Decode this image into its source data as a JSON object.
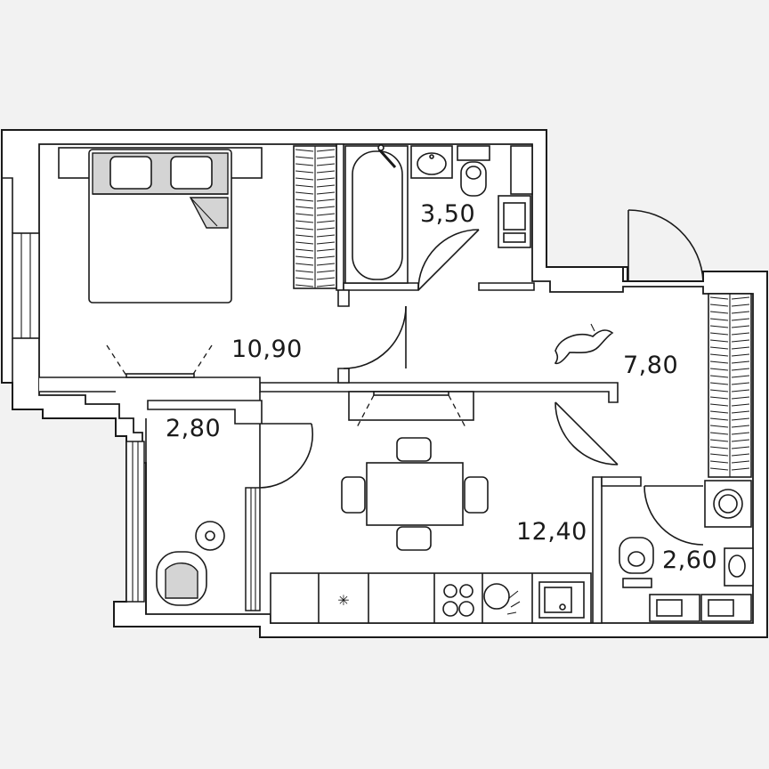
{
  "rooms": {
    "bedroom": {
      "area": "10,90"
    },
    "bathroom": {
      "area": "3,50"
    },
    "hallway": {
      "area": "7,80"
    },
    "balcony": {
      "area": "2,80"
    },
    "kitchen": {
      "area": "12,40"
    },
    "toilet": {
      "area": "2,60"
    }
  },
  "colors": {
    "wall": "#1a1a1a",
    "floor": "#ffffff",
    "background": "#f2f2f2",
    "furniture_fill": "#d4d4d4"
  }
}
